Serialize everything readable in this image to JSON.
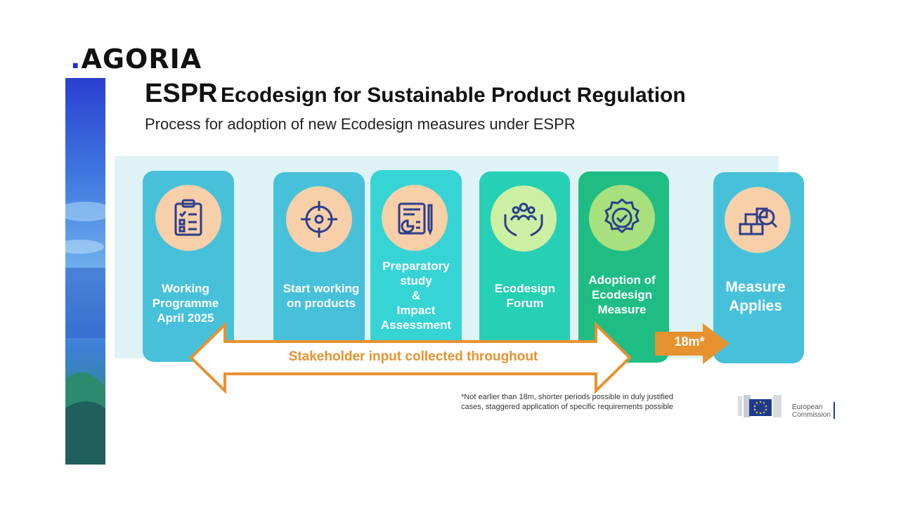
{
  "brand": {
    "dot": ".",
    "name": "AGORIA"
  },
  "title": {
    "acronym": "ESPR",
    "rest": "Ecodesign for Sustainable Product Regulation"
  },
  "subtitle": "Process for adoption of new Ecodesign measures under ESPR",
  "steps": [
    {
      "label": "Working\nProgramme\nApril 2025",
      "icon": "clipboard-checklist-icon",
      "color": "#47c1da"
    },
    {
      "label": "Start working\non products",
      "icon": "target-crosshair-icon",
      "color": "#47c1da"
    },
    {
      "label": "Preparatory\nstudy\n&\nImpact\nAssessment",
      "icon": "report-pencil-icon",
      "color": "#36d4d4"
    },
    {
      "label": "Ecodesign\nForum",
      "icon": "hands-people-icon",
      "color": "#26d0b4"
    },
    {
      "label": "Adoption of\nEcodesign\nMeasure",
      "icon": "check-badge-icon",
      "color": "#1fbd84"
    },
    {
      "label": "Measure\nApplies",
      "icon": "boxes-magnifier-icon",
      "color": "#47c1da"
    }
  ],
  "stakeholder_arrow": {
    "label": "Stakeholder input collected throughout",
    "color": "#e8912f"
  },
  "period_arrow": {
    "label": "18m*",
    "color": "#e8912f"
  },
  "footnote": "*Not earlier than 18m, shorter periods possible in duly justified\ncases, staggered application of specific requirements possible",
  "ec_logo": {
    "line1": "European",
    "line2": "Commission"
  }
}
